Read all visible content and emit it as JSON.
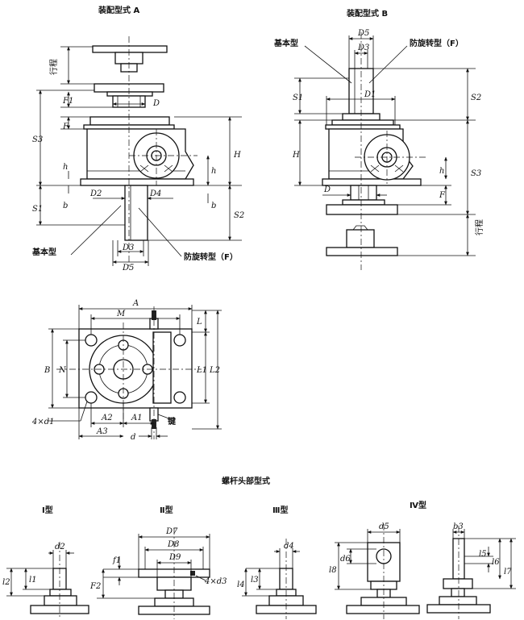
{
  "titles": {
    "assembly_a": "装配型式 A",
    "assembly_b": "装配型式 B",
    "screw_head": "螺杆头部型式"
  },
  "labels": {
    "basic_type": "基本型",
    "anti_rotation": "防旋转型（F）",
    "stroke": "行程",
    "key": "键",
    "holes": "4×d1"
  },
  "types": {
    "type1": "Ⅰ型",
    "type2": "Ⅱ型",
    "type3": "Ⅲ型",
    "type4": "Ⅳ型"
  },
  "dims": {
    "S1": "S1",
    "S2": "S2",
    "S3": "S3",
    "F": "F",
    "F1": "F1",
    "D": "D",
    "H": "H",
    "h": "h",
    "b": "b",
    "D1": "D1",
    "D2": "D2",
    "D3": "D3",
    "D4": "D4",
    "D5": "D5",
    "A": "A",
    "M": "M",
    "L": "L",
    "B": "B",
    "N": "N",
    "L1": "L1",
    "L2": "L2",
    "A1": "A1",
    "A2": "A2",
    "A3": "A3",
    "d": "d",
    "d2": "d2",
    "l1": "l1",
    "l2": "l2",
    "D7": "D7",
    "D8": "D8",
    "D9": "D9",
    "f1": "f1",
    "F2": "F2",
    "d3": "4×d3",
    "d4": "d4",
    "l3": "l3",
    "l4": "l4",
    "d5": "d5",
    "d6": "d6",
    "l8": "l8",
    "b3": "b3",
    "l5": "l5",
    "l6": "l6",
    "l7": "l7"
  }
}
